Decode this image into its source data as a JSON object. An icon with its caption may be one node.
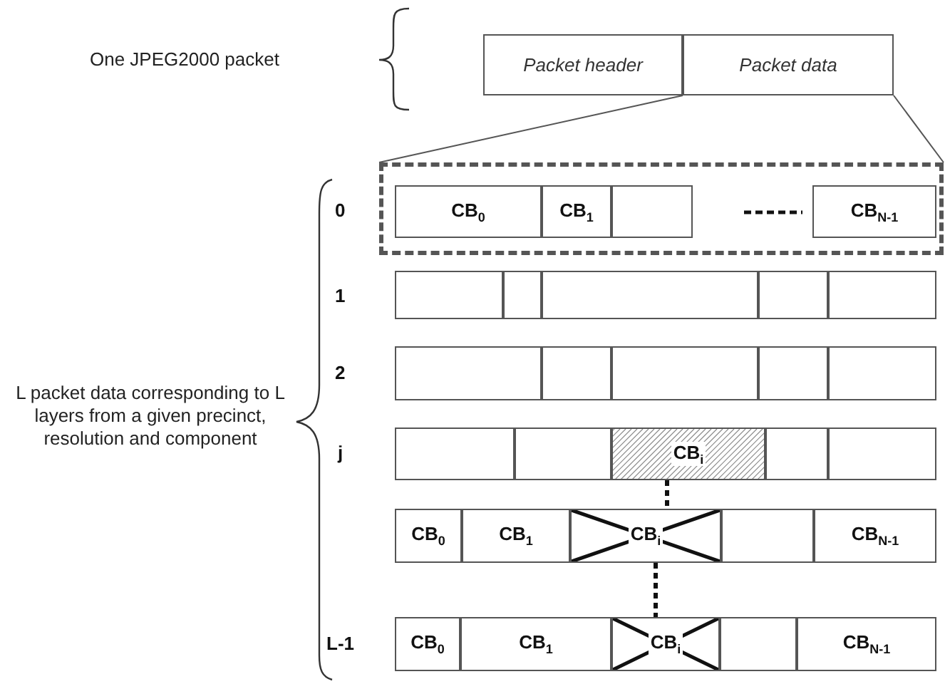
{
  "diagram": {
    "nodes": [
      {
        "text": [
          "Packet header"
        ]
      },
      {
        "text": [
          "Packet data"
        ]
      },
      {
        "text": [],
        "shape": "box"
      },
      {
        "text": [
          "CB$_{0}$"
        ],
        "in": 2
      },
      {
        "text": [
          "CB$_{1}$"
        ],
        "in": 2
      },
      {
        "text": [],
        "shape": "box",
        "in": 2
      },
      {
        "text": [
          "CB$_{N-1}$"
        ],
        "in": 2
      },
      {
        "text": [],
        "shape": "box"
      },
      {
        "text": [],
        "shape": "box"
      },
      {
        "text": [],
        "shape": "box"
      },
      {
        "text": [],
        "shape": "box"
      },
      {
        "text": [],
        "shape": "box"
      },
      {
        "text": [],
        "shape": "box"
      },
      {
        "text": [],
        "shape": "box"
      },
      {
        "text": [],
        "shape": "box"
      },
      {
        "text": [],
        "shape": "box"
      },
      {
        "text": [],
        "shape": "box"
      },
      {
        "text": [],
        "shape": "box"
      },
      {
        "text": [],
        "shape": "box"
      },
      {
        "text": [
          "CB$_{i}$"
        ]
      },
      {
        "text": [],
        "shape": "box"
      },
      {
        "text": [],
        "shape": "box"
      },
      {
        "text": [
          "CB$_{0}$"
        ]
      },
      {
        "text": [
          "CB$_{1}$"
        ]
      },
      {
        "text": [
          "CB$_{i}$"
        ]
      },
      {
        "text": [],
        "shape": "box"
      },
      {
        "text": [
          "CB$_{N-1}$"
        ]
      },
      {
        "text": [
          "CB$_{0}$"
        ]
      },
      {
        "text": [
          "CB$_{1}$"
        ]
      },
      {
        "text": [
          "CB$_{i}$"
        ]
      },
      {
        "text": [],
        "shape": "box"
      },
      {
        "text": [
          "CB$_{N-1}$"
        ]
      }
    ],
    "edges": [
      {
        "from": 1,
        "to": 2,
        "arrow": "none"
      },
      {
        "from": 1,
        "to": 2,
        "arrow": "none"
      },
      {
        "from": 19,
        "to": 24,
        "arrow": "none",
        "style": "dashed"
      },
      {
        "from": 24,
        "to": 29,
        "arrow": "none",
        "style": "dashed"
      }
    ],
    "labels": [
      "One JPEG2000 packet",
      "0",
      "1",
      "2",
      "L packet data corresponding to L layers from a given precinct, resolution and component",
      "j",
      "L-1"
    ]
  }
}
